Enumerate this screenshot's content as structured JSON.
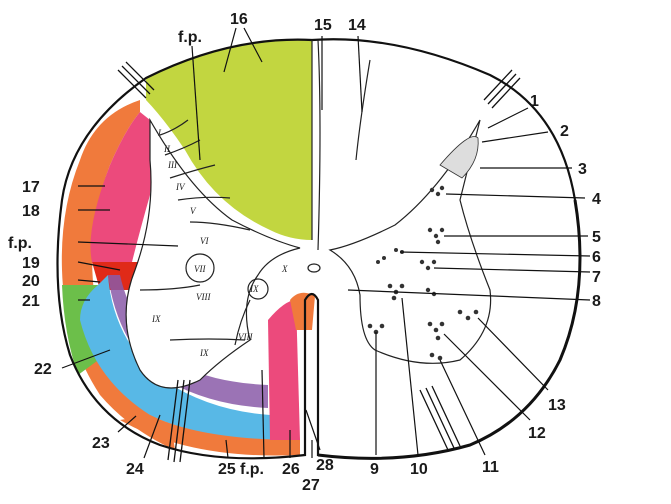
{
  "figure": {
    "numbers": [
      "1",
      "2",
      "3",
      "4",
      "5",
      "6",
      "7",
      "8",
      "9",
      "10",
      "11",
      "12",
      "13",
      "14",
      "15",
      "16",
      "17",
      "18",
      "19",
      "20",
      "21",
      "22",
      "23",
      "24",
      "25",
      "26",
      "27",
      "28"
    ],
    "fp": [
      "f.p.",
      "f.p.",
      "f.p."
    ],
    "laminae": [
      "I",
      "II",
      "III",
      "IV",
      "V",
      "VI",
      "VII",
      "VIII",
      "IX",
      "IX",
      "VIII",
      "X",
      "IX"
    ],
    "colors": {
      "dorsal_column": "#c2d640",
      "lateral_orange": "#f07a3c",
      "lateral_pink": "#ec4a7c",
      "red": "#e02a18",
      "green": "#6cbf4a",
      "blue": "#58b8e6",
      "purple": "#8a5aa8",
      "outline": "#111111"
    }
  }
}
